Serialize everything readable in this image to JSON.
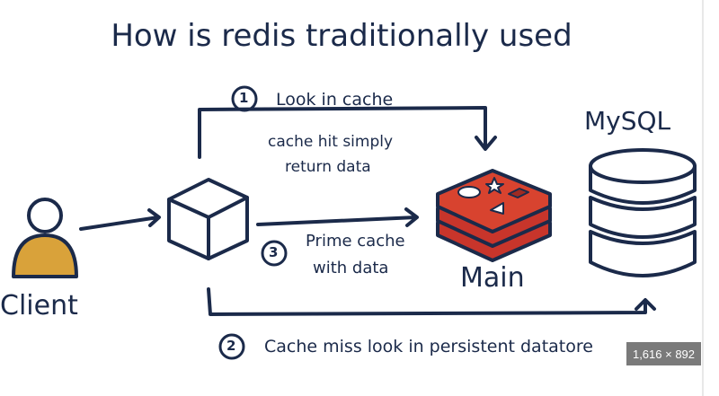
{
  "title": "How is redis traditionally used",
  "nodes": {
    "client": "Client",
    "cache": "Main",
    "db": "MySQL"
  },
  "steps": [
    {
      "number": "1",
      "label": "Look in cache"
    },
    {
      "number": "2",
      "label": "Cache miss look in persistent datatore"
    },
    {
      "number": "3",
      "label": "Prime cache",
      "label2": "with data"
    }
  ],
  "note": {
    "line1": "cache hit simply",
    "line2": "return data"
  },
  "badge": "1,616 × 892",
  "colors": {
    "ink": "#1b2a4a",
    "redis": "#c8352b",
    "client": "#d9a23a"
  }
}
